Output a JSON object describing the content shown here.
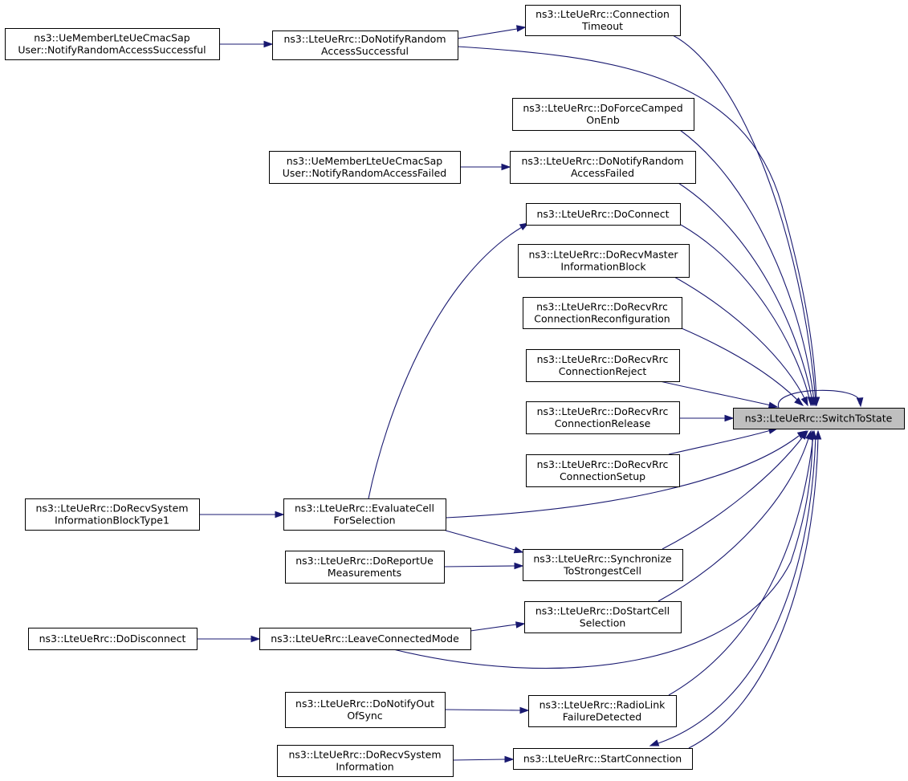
{
  "colors": {
    "edge": "#191970",
    "target_fill": "#bfbfbf",
    "node_fill": "#ffffff",
    "border": "#000000"
  },
  "nodes": [
    {
      "id": "n0",
      "lines": [
        "ns3::LteUeRrc::SwitchToState"
      ],
      "target": true
    },
    {
      "id": "n1",
      "lines": [
        "ns3::LteUeRrc::Connection",
        "Timeout"
      ]
    },
    {
      "id": "n2",
      "lines": [
        "ns3::LteUeRrc::DoNotifyRandom",
        "AccessSuccessful"
      ]
    },
    {
      "id": "n3",
      "lines": [
        "ns3::UeMemberLteUeCmacSap",
        "User::NotifyRandomAccessSuccessful"
      ]
    },
    {
      "id": "n4",
      "lines": [
        "ns3::LteUeRrc::DoForceCamped",
        "OnEnb"
      ]
    },
    {
      "id": "n5",
      "lines": [
        "ns3::LteUeRrc::DoNotifyRandom",
        "AccessFailed"
      ]
    },
    {
      "id": "n6",
      "lines": [
        "ns3::UeMemberLteUeCmacSap",
        "User::NotifyRandomAccessFailed"
      ]
    },
    {
      "id": "n7",
      "lines": [
        "ns3::LteUeRrc::DoConnect"
      ]
    },
    {
      "id": "n8",
      "lines": [
        "ns3::LteUeRrc::EvaluateCell",
        "ForSelection"
      ]
    },
    {
      "id": "n9",
      "lines": [
        "ns3::LteUeRrc::DoRecvSystem",
        "InformationBlockType1"
      ]
    },
    {
      "id": "n10",
      "lines": [
        "ns3::LteUeRrc::DoRecvMaster",
        "InformationBlock"
      ]
    },
    {
      "id": "n11",
      "lines": [
        "ns3::LteUeRrc::DoRecvRrc",
        "ConnectionReconfiguration"
      ]
    },
    {
      "id": "n12",
      "lines": [
        "ns3::LteUeRrc::DoRecvRrc",
        "ConnectionReject"
      ]
    },
    {
      "id": "n13",
      "lines": [
        "ns3::LteUeRrc::DoRecvRrc",
        "ConnectionRelease"
      ]
    },
    {
      "id": "n14",
      "lines": [
        "ns3::LteUeRrc::DoRecvRrc",
        "ConnectionSetup"
      ]
    },
    {
      "id": "n15",
      "lines": [
        "ns3::LteUeRrc::Synchronize",
        "ToStrongestCell"
      ]
    },
    {
      "id": "n16",
      "lines": [
        "ns3::LteUeRrc::DoReportUe",
        "Measurements"
      ]
    },
    {
      "id": "n17",
      "lines": [
        "ns3::LteUeRrc::DoStartCell",
        "Selection"
      ]
    },
    {
      "id": "n18",
      "lines": [
        "ns3::LteUeRrc::LeaveConnectedMode"
      ]
    },
    {
      "id": "n19",
      "lines": [
        "ns3::LteUeRrc::DoDisconnect"
      ]
    },
    {
      "id": "n20",
      "lines": [
        "ns3::LteUeRrc::RadioLink",
        "FailureDetected"
      ]
    },
    {
      "id": "n21",
      "lines": [
        "ns3::LteUeRrc::DoNotifyOut",
        "OfSync"
      ]
    },
    {
      "id": "n22",
      "lines": [
        "ns3::LteUeRrc::StartConnection"
      ]
    },
    {
      "id": "n23",
      "lines": [
        "ns3::LteUeRrc::DoRecvSystem",
        "Information"
      ]
    }
  ],
  "edges": [
    {
      "from": "n1",
      "to": "n0"
    },
    {
      "from": "n2",
      "to": "n1"
    },
    {
      "from": "n2",
      "to": "n0"
    },
    {
      "from": "n3",
      "to": "n2"
    },
    {
      "from": "n4",
      "to": "n0"
    },
    {
      "from": "n5",
      "to": "n0"
    },
    {
      "from": "n6",
      "to": "n5"
    },
    {
      "from": "n7",
      "to": "n0"
    },
    {
      "from": "n8",
      "to": "n7"
    },
    {
      "from": "n8",
      "to": "n0"
    },
    {
      "from": "n8",
      "to": "n15"
    },
    {
      "from": "n9",
      "to": "n8"
    },
    {
      "from": "n10",
      "to": "n0"
    },
    {
      "from": "n11",
      "to": "n0"
    },
    {
      "from": "n12",
      "to": "n0"
    },
    {
      "from": "n13",
      "to": "n0"
    },
    {
      "from": "n14",
      "to": "n0"
    },
    {
      "from": "n15",
      "to": "n0"
    },
    {
      "from": "n16",
      "to": "n15"
    },
    {
      "from": "n17",
      "to": "n0"
    },
    {
      "from": "n18",
      "to": "n17"
    },
    {
      "from": "n18",
      "to": "n0"
    },
    {
      "from": "n19",
      "to": "n18"
    },
    {
      "from": "n20",
      "to": "n0"
    },
    {
      "from": "n21",
      "to": "n20"
    },
    {
      "from": "n22",
      "to": "n0"
    },
    {
      "from": "n0",
      "to": "n22"
    },
    {
      "from": "n23",
      "to": "n22"
    },
    {
      "from": "n0",
      "to": "n0"
    }
  ]
}
